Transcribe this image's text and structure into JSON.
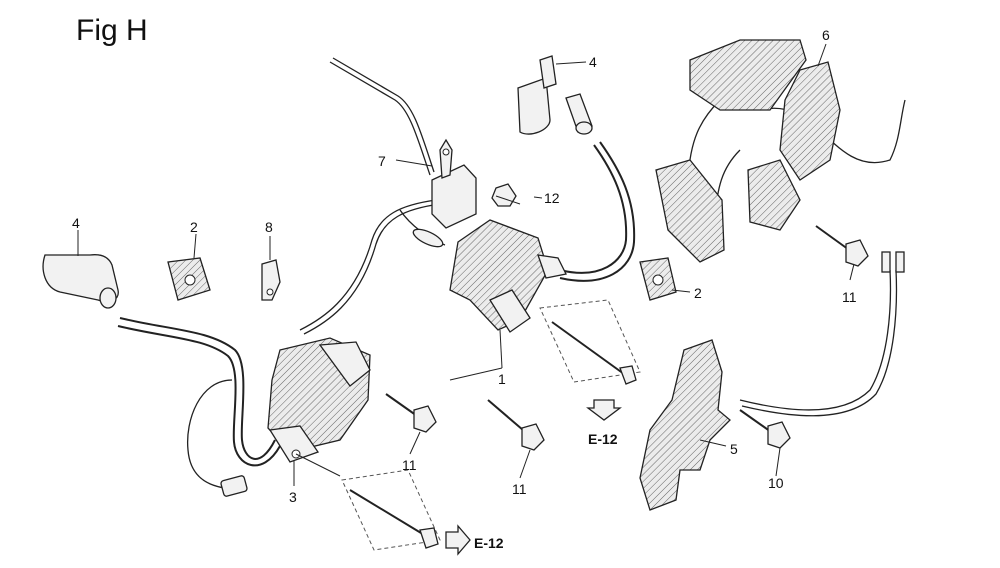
{
  "title": "Fig H",
  "callouts": {
    "c1": "1",
    "c2a": "2",
    "c2b": "2",
    "c3": "3",
    "c4a": "4",
    "c4b": "4",
    "c5": "5",
    "c6": "6",
    "c7": "7",
    "c8": "8",
    "c10": "10",
    "c11a": "11",
    "c11b": "11",
    "c11c": "11",
    "c12": "12"
  },
  "refs": {
    "r1": "E-12",
    "r2": "E-12"
  }
}
